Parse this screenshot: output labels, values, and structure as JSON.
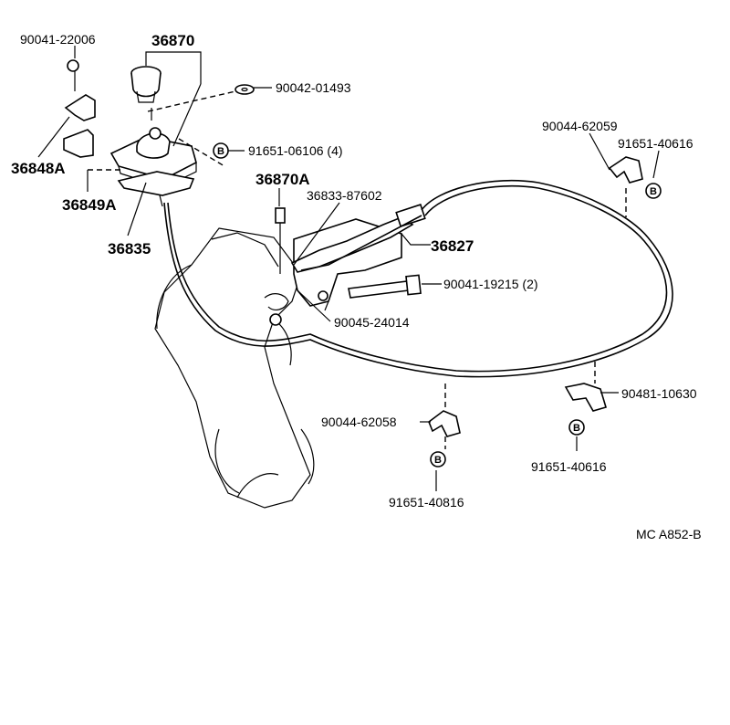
{
  "diagram_code": "MC A852-B",
  "bolt_marker": "B",
  "callouts": {
    "p90041_22006": "90041-22006",
    "p36870": "36870",
    "p90042_01493": "90042-01493",
    "p91651_06106": "91651-06106 (4)",
    "p36848A": "36848A",
    "p36849A": "36849A",
    "p36835": "36835",
    "p36870A": "36870A",
    "p36833_87602": "36833-87602",
    "p36827": "36827",
    "p90041_19215": "90041-19215 (2)",
    "p90045_24014": "90045-24014",
    "p90044_62059": "90044-62059",
    "p91651_40616_top": "91651-40616",
    "p90481_10630": "90481-10630",
    "p91651_40616_right": "91651-40616",
    "p90044_62058": "90044-62058",
    "p91651_40816_bottom": "91651-40816"
  }
}
